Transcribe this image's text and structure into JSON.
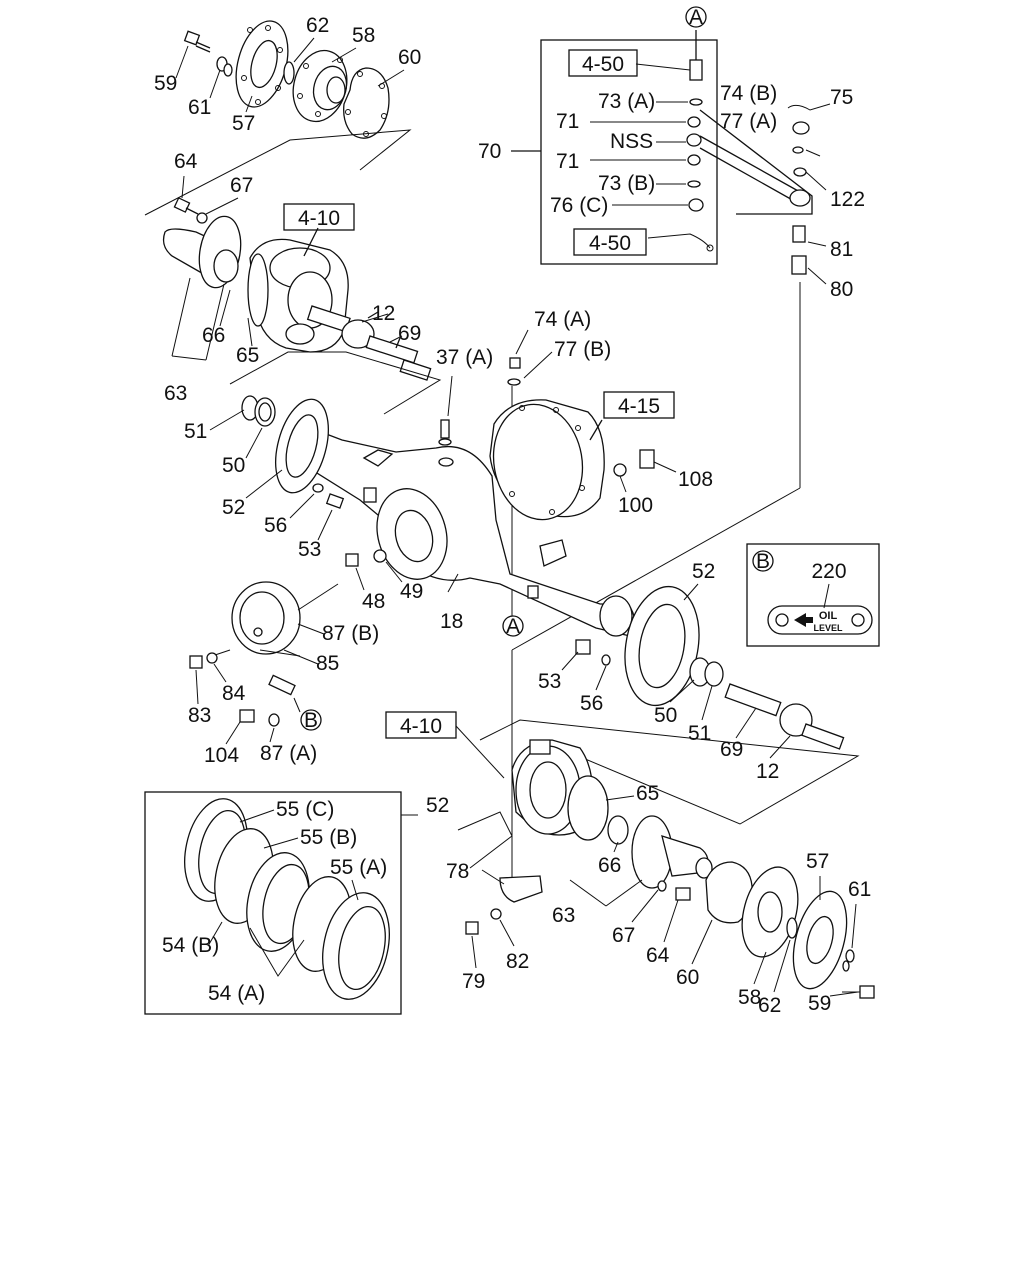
{
  "refs": {
    "r4_50_top": "4-50",
    "r4_50_bottom": "4-50",
    "r4_10_top": "4-10",
    "r4_10_bottom": "4-10",
    "r4_15": "4-15"
  },
  "circles": {
    "a_top": "A",
    "a_mid": "A",
    "b_link": "B",
    "b_box": "B"
  },
  "inset_b": {
    "num": "220",
    "plate_line1": "OIL",
    "plate_line2": "LEVEL"
  },
  "labels": {
    "l59_top": "59",
    "l61_top": "61",
    "l57_top": "57",
    "l62_top": "62",
    "l58_top": "58",
    "l60_top": "60",
    "l64_top": "64",
    "l67_top": "67",
    "l66_top": "66",
    "l65_top": "65",
    "l63_top": "63",
    "l12_top": "12",
    "l69_top": "69",
    "l70": "70",
    "l73a": "73 (A)",
    "l71a": "71",
    "lnss": "NSS",
    "l71b": "71",
    "l73b": "73 (B)",
    "l76c": "76 (C)",
    "l74b": "74 (B)",
    "l75": "75",
    "l77a": "77 (A)",
    "l122": "122",
    "l81": "81",
    "l80": "80",
    "l74a": "74 (A)",
    "l77b": "77 (B)",
    "l37a": "37 (A)",
    "l51_top": "51",
    "l50_top": "50",
    "l52_top": "52",
    "l56_top": "56",
    "l53_top": "53",
    "l108": "108",
    "l100": "100",
    "l48": "48",
    "l49": "49",
    "l18": "18",
    "l87b": "87 (B)",
    "l85": "85",
    "l84": "84",
    "l83": "83",
    "l104": "104",
    "l87a": "87 (A)",
    "l52_mid": "52",
    "l53_mid": "53",
    "l56_mid": "56",
    "l50_mid": "50",
    "l51_mid": "51",
    "l69_mid": "69",
    "l12_mid": "12",
    "l55c": "55 (C)",
    "l55b": "55 (B)",
    "l55a": "55 (A)",
    "l54b": "54 (B)",
    "l54a": "54 (A)",
    "l52_inset": "52",
    "l65_bot": "65",
    "l66_bot": "66",
    "l63_bot": "63",
    "l78": "78",
    "l79": "79",
    "l82": "82",
    "l67_bot": "67",
    "l64_bot": "64",
    "l60_bot": "60",
    "l58_bot": "58",
    "l57_bot": "57",
    "l62_bot": "62",
    "l61_bot": "61",
    "l59_bot": "59"
  }
}
